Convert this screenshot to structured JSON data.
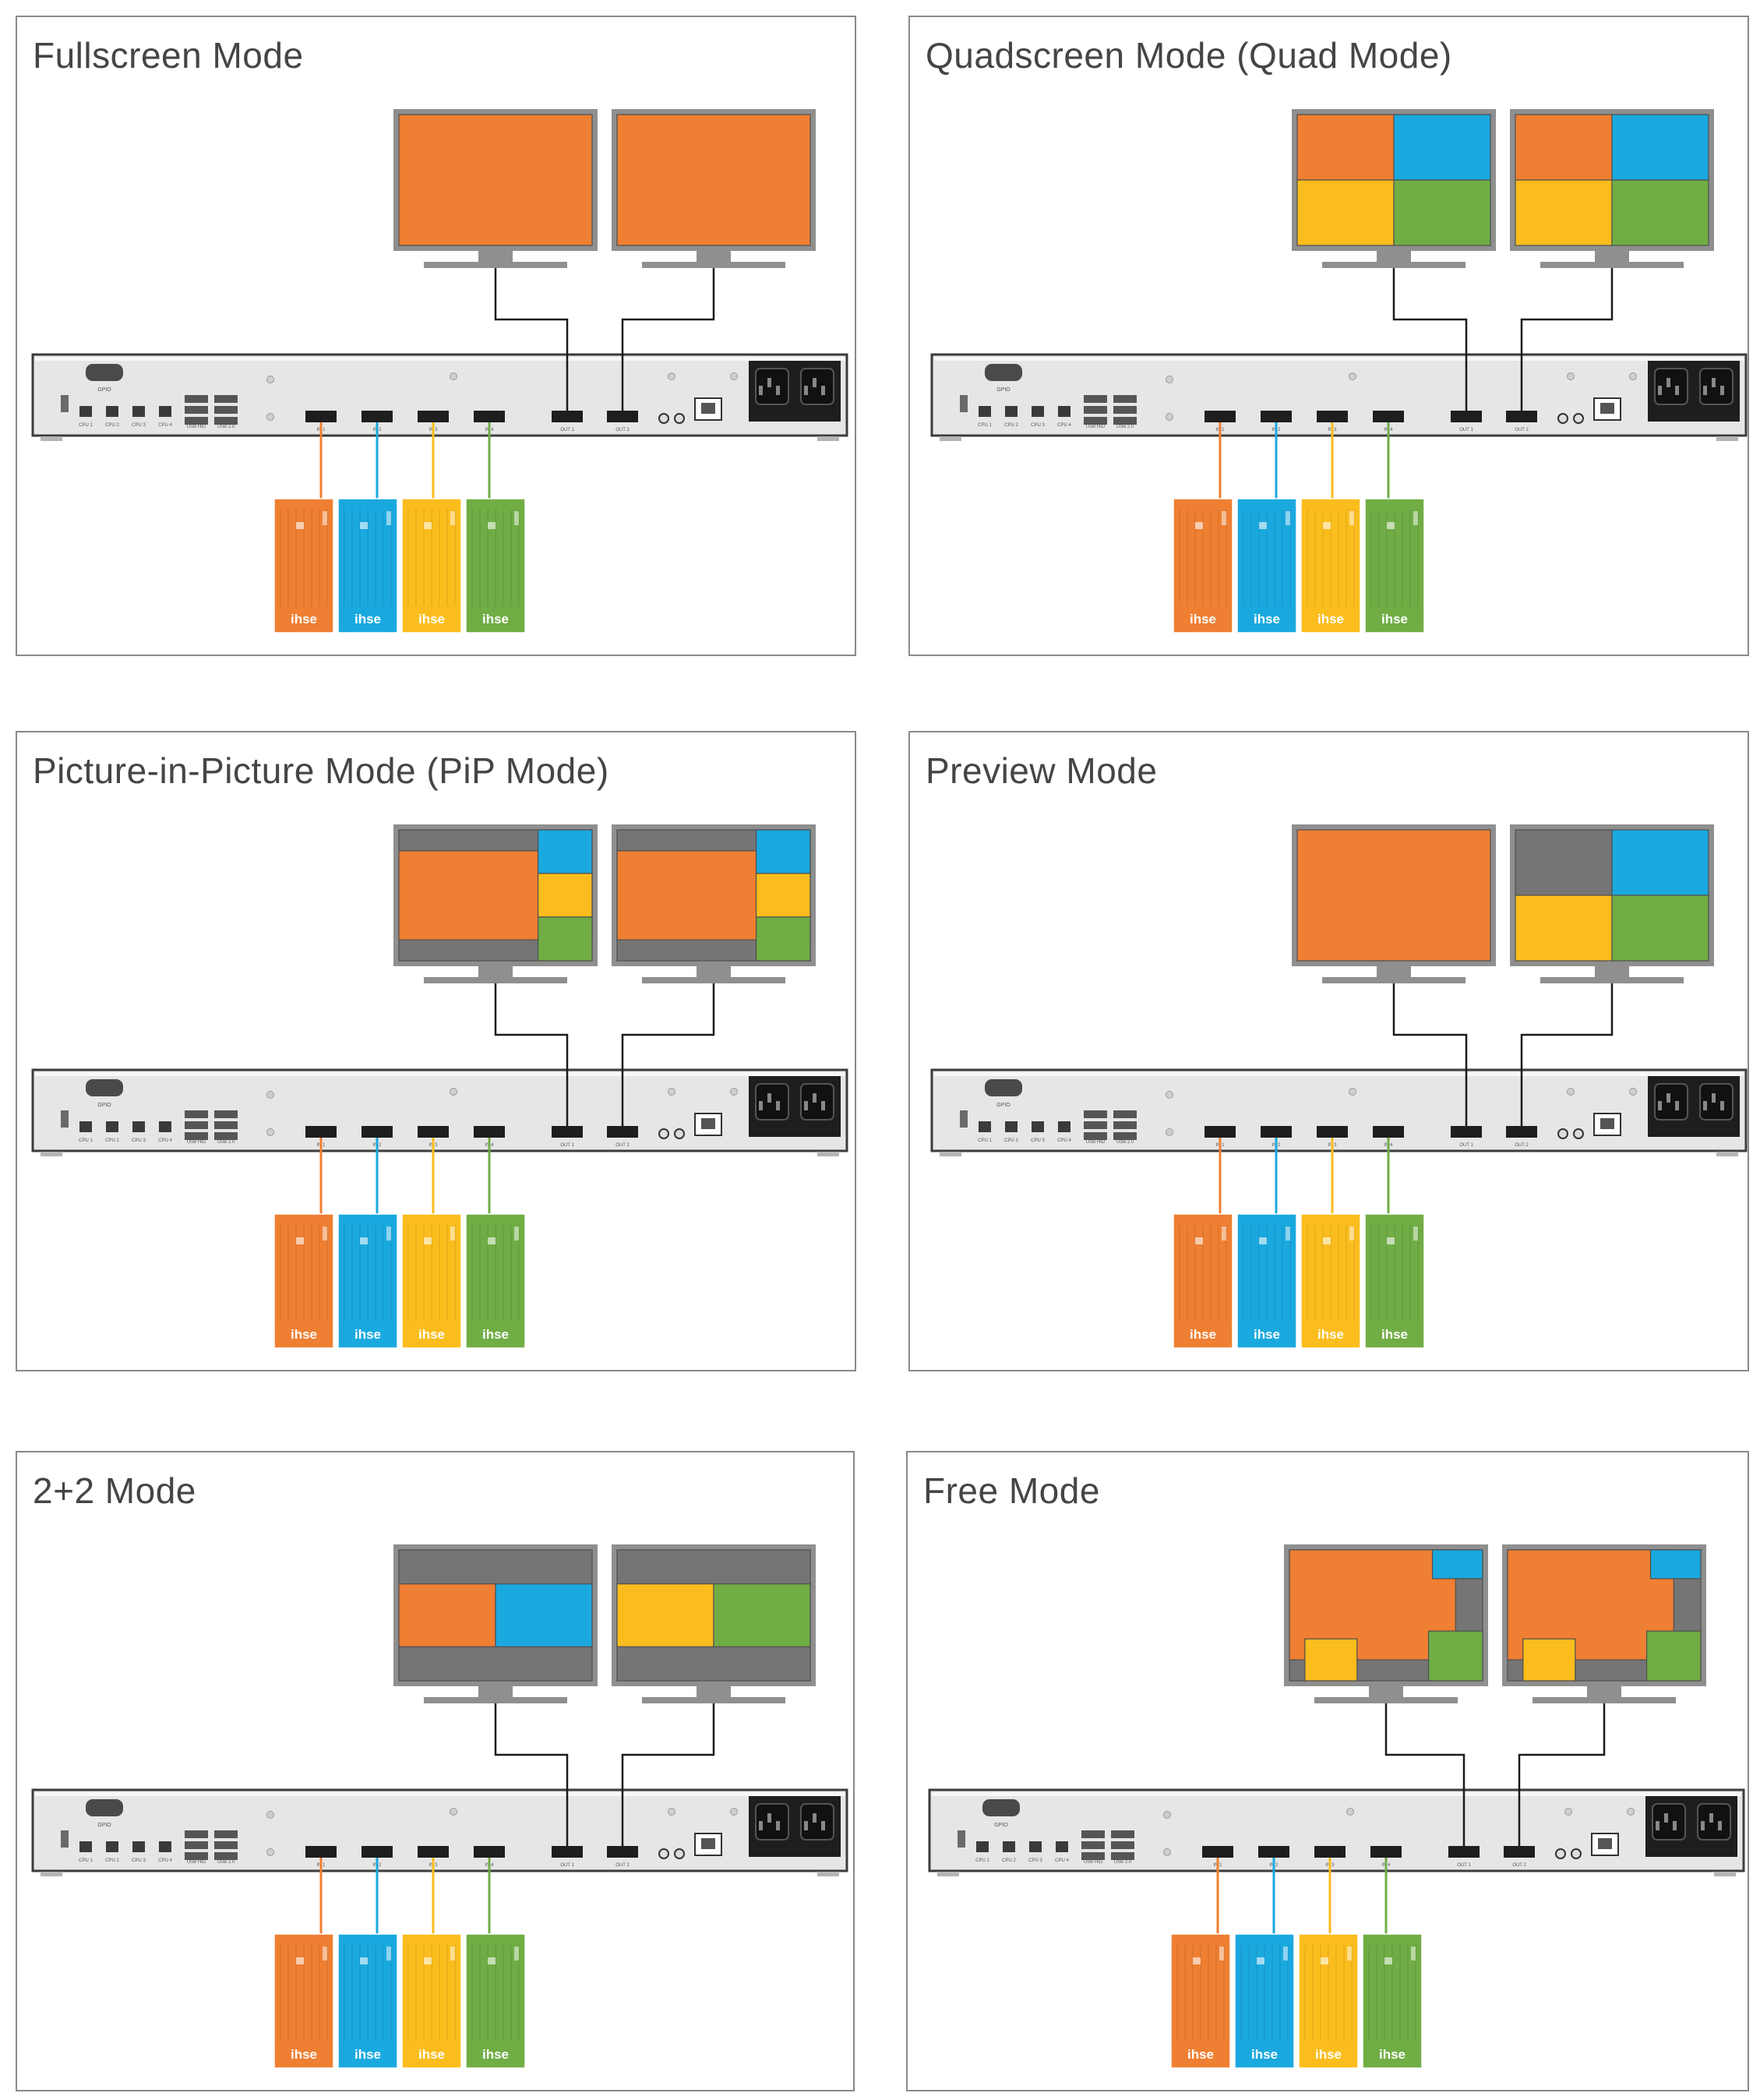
{
  "panels": [
    {
      "id": "fullscreen",
      "title": "Fullscreen Mode"
    },
    {
      "id": "quad",
      "title": "Quadscreen Mode (Quad Mode)"
    },
    {
      "id": "pip",
      "title": "Picture-in-Picture Mode (PiP Mode)"
    },
    {
      "id": "preview",
      "title": "Preview Mode"
    },
    {
      "id": "twoplustwo",
      "title": "2+2 Mode"
    },
    {
      "id": "free",
      "title": "Free Mode"
    }
  ],
  "colors": {
    "orange": "#ef7f32",
    "blue": "#1aa9df",
    "yellow": "#fbbd1d",
    "green": "#70ad45",
    "gray": "#757575",
    "monitor_frame": "#8f8f8f",
    "device_body": "#e6e6e6",
    "cable": "#1a1a1a"
  },
  "brand": "ihse",
  "ports": {
    "cpu": [
      "CPU 1",
      "CPU 2",
      "CPU 3",
      "CPU 4"
    ],
    "inputs": [
      "IN 1",
      "IN 2",
      "IN 3",
      "IN 4"
    ],
    "outputs": [
      "OUT 1",
      "OUT 2"
    ]
  },
  "icons": {
    "power": "power-inlet-icon",
    "usb": "usb-port-icon",
    "network": "rj45-port-icon",
    "serial": "serial-port-icon",
    "audio": "audio-jack-icon"
  }
}
